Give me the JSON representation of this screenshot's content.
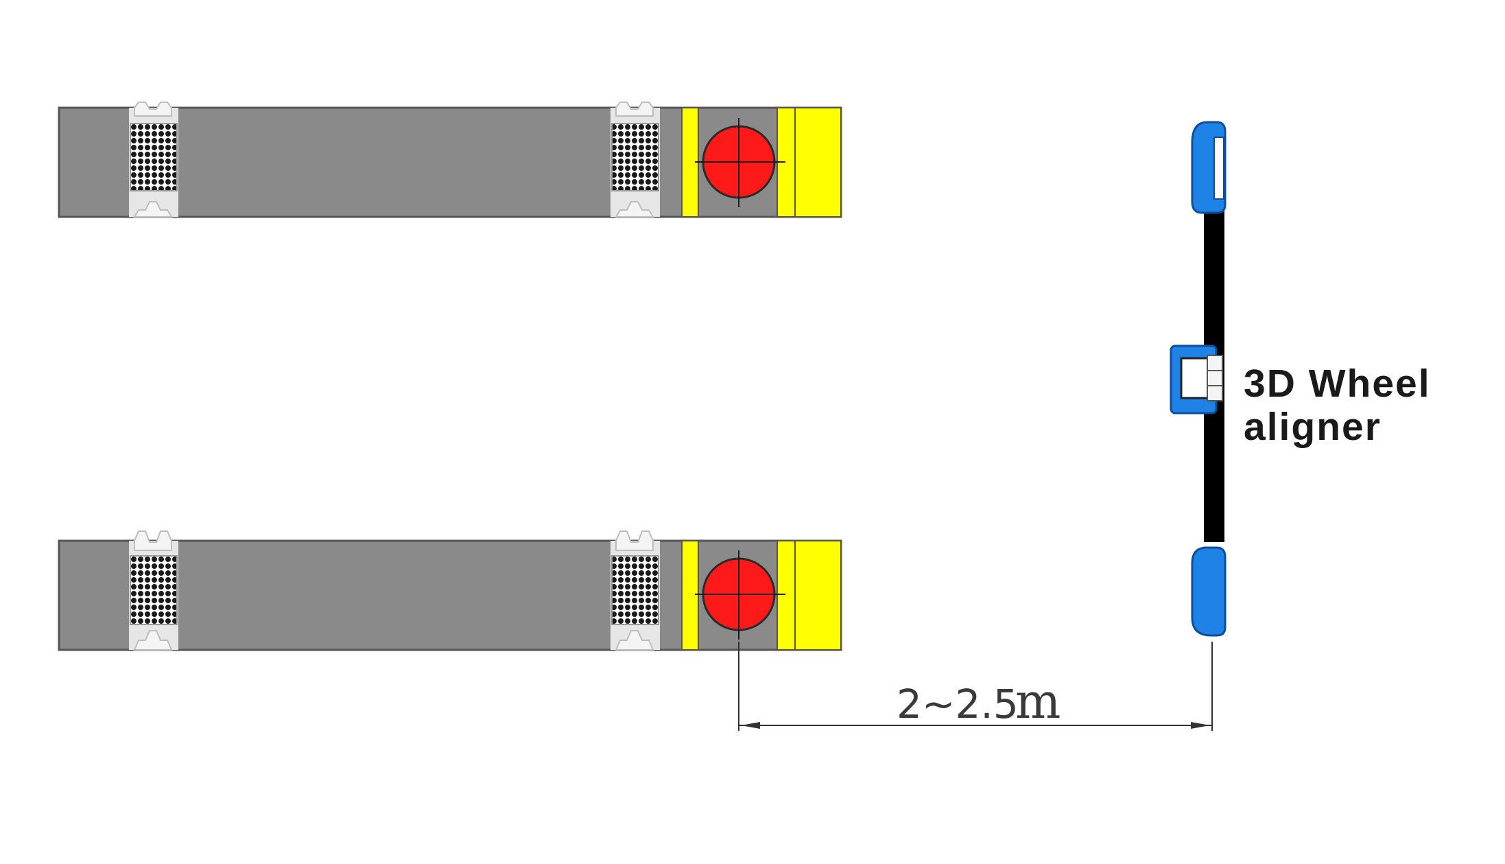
{
  "diagram": {
    "aligner_label_line1": "3D Wheel",
    "aligner_label_line2": "aligner",
    "distance_value": "2~2.5",
    "distance_unit": "m"
  },
  "colors": {
    "runway": "#8a8a8a",
    "runway_edge": "#5a5a5a",
    "turntable_plate": "#ffff00",
    "turntable": "#ff1a1a",
    "aligner_beam": "#000000",
    "camera_housing": "#1e82e6",
    "dimension_line": "#333333"
  }
}
